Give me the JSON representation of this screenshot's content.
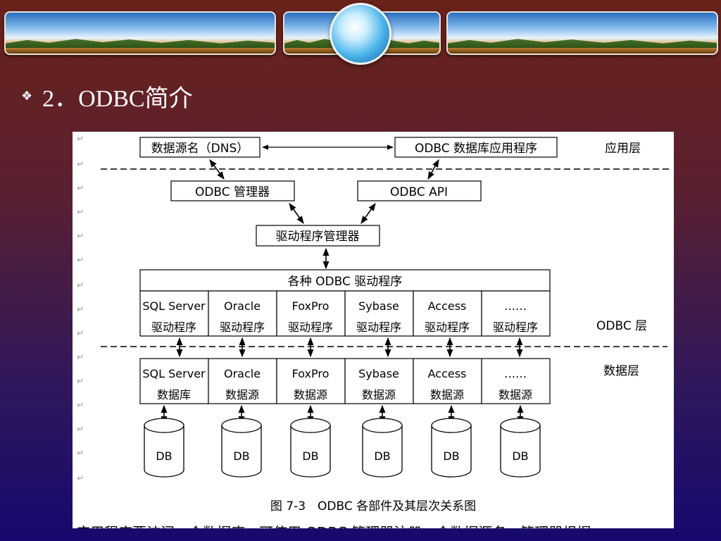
{
  "slide": {
    "bullet_icon": "diamond-bullet-icon",
    "title": "2．ODBC简介"
  },
  "diagram": {
    "top_left_box": "数据源名（DNS）",
    "top_right_box": "ODBC 数据库应用程序",
    "manager_box": "ODBC 管理器",
    "api_box": "ODBC API",
    "driver_manager_box": "驱动程序管理器",
    "drivers_header": "各种 ODBC 驱动程序",
    "drivers": [
      {
        "name": "SQL Server",
        "type": "驱动程序"
      },
      {
        "name": "Oracle",
        "type": "驱动程序"
      },
      {
        "name": "FoxPro",
        "type": "驱动程序"
      },
      {
        "name": "Sybase",
        "type": "驱动程序"
      },
      {
        "name": "Access",
        "type": "驱动程序"
      },
      {
        "name": "……",
        "type": "驱动程序"
      }
    ],
    "sources": [
      {
        "name": "SQL Server",
        "type": "数据库"
      },
      {
        "name": "Oracle",
        "type": "数据源"
      },
      {
        "name": "FoxPro",
        "type": "数据源"
      },
      {
        "name": "Sybase",
        "type": "数据源"
      },
      {
        "name": "Access",
        "type": "数据源"
      },
      {
        "name": "……",
        "type": "数据源"
      }
    ],
    "db_label": "DB",
    "layers": {
      "app": "应用层",
      "odbc": "ODBC 层",
      "data": "数据层"
    },
    "caption": "图 7-3　ODBC 各部件及其层次关系图",
    "bottom_text": "应用程序要访问一个数据库，可使用 ODBC 管理器注册一个数据源名，管理器根据"
  }
}
